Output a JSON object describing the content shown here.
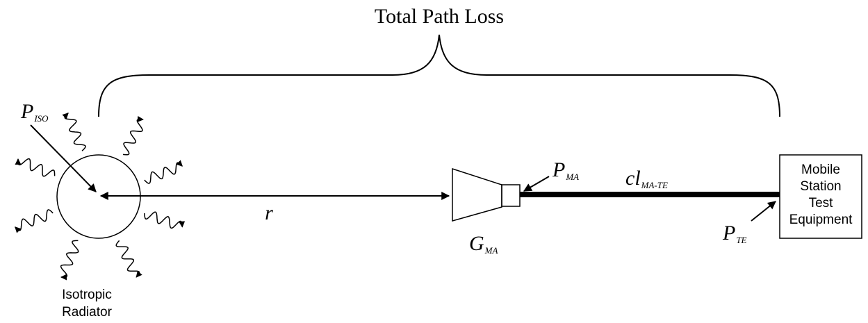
{
  "title": "Total Path Loss",
  "labels": {
    "p_iso": {
      "main": "P",
      "sub": "ISO"
    },
    "r": "r",
    "g_ma": {
      "main": "G",
      "sub": "MA"
    },
    "p_ma": {
      "main": "P",
      "sub": "MA"
    },
    "cl_ma_te": {
      "main": "cl",
      "sub": "MA-TE"
    },
    "p_te": {
      "main": "P",
      "sub": "TE"
    }
  },
  "radiator": {
    "line1": "Isotropic",
    "line2": "Radiator"
  },
  "equipment": {
    "line1": "Mobile",
    "line2": "Station",
    "line3": "Test",
    "line4": "Equipment"
  }
}
